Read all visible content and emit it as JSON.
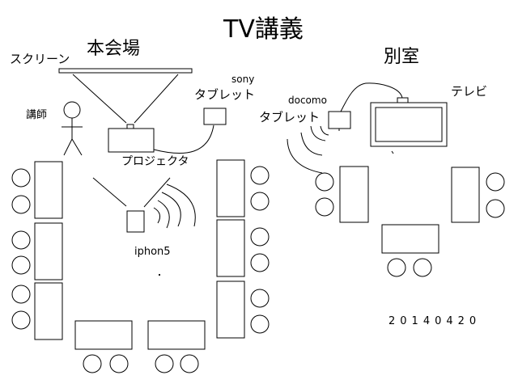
{
  "title": "TV講義",
  "main_hall": {
    "label": "本会場",
    "screen_label": "スクリーン",
    "teacher_label": "講師",
    "projector_label": "プロジェクタ",
    "phone_label": "iphon5",
    "tablet_brand": "sony",
    "tablet_label": "タブレット"
  },
  "side_room": {
    "label": "別室",
    "tablet_brand": "docomo",
    "tablet_label": "タブレット",
    "tv_label": "テレビ"
  },
  "date": "20140420",
  "colors": {
    "line": "#000000",
    "background": "#ffffff"
  }
}
